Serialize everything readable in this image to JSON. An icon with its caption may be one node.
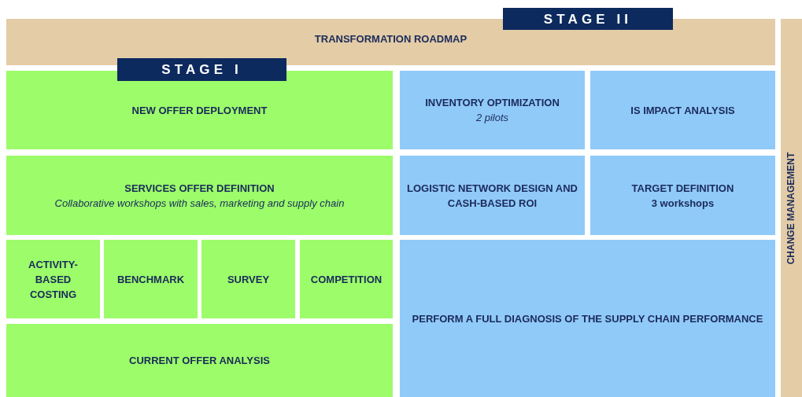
{
  "diagram": {
    "nodes": [
      {
        "text": [
          "STAGE II"
        ]
      },
      {
        "text": [
          "TRANSFORMATION ROADMAP"
        ]
      },
      {
        "text": [
          "STAGE I"
        ]
      },
      {
        "text": [
          "NEW OFFER DEPLOYMENT"
        ]
      },
      {
        "text": [
          "INVENTORY OPTIMIZATION",
          "2 pilots"
        ]
      },
      {
        "text": [
          "IS IMPACT ANALYSIS"
        ]
      },
      {
        "text": [
          "CHANGE MANAGEMENT"
        ]
      },
      {
        "text": [
          "SERVICES OFFER DEFINITION",
          "Collaborative workshops with sales, marketing and supply chain"
        ]
      },
      {
        "text": [
          "LOGISTIC NETWORK DESIGN AND CASH-BASED ROI"
        ]
      },
      {
        "text": [
          "TARGET DEFINITION",
          "3 workshops"
        ]
      },
      {
        "text": [
          "ACTIVITY-BASED COSTING"
        ]
      },
      {
        "text": [
          "BENCHMARK"
        ]
      },
      {
        "text": [
          "SURVEY"
        ]
      },
      {
        "text": [
          "COMPETITION"
        ]
      },
      {
        "text": [
          "PERFORM A FULL DIAGNOSIS OF THE SUPPLY CHAIN PERFORMANCE"
        ]
      },
      {
        "text": [
          "CURRENT OFFER ANALYSIS"
        ]
      }
    ]
  }
}
